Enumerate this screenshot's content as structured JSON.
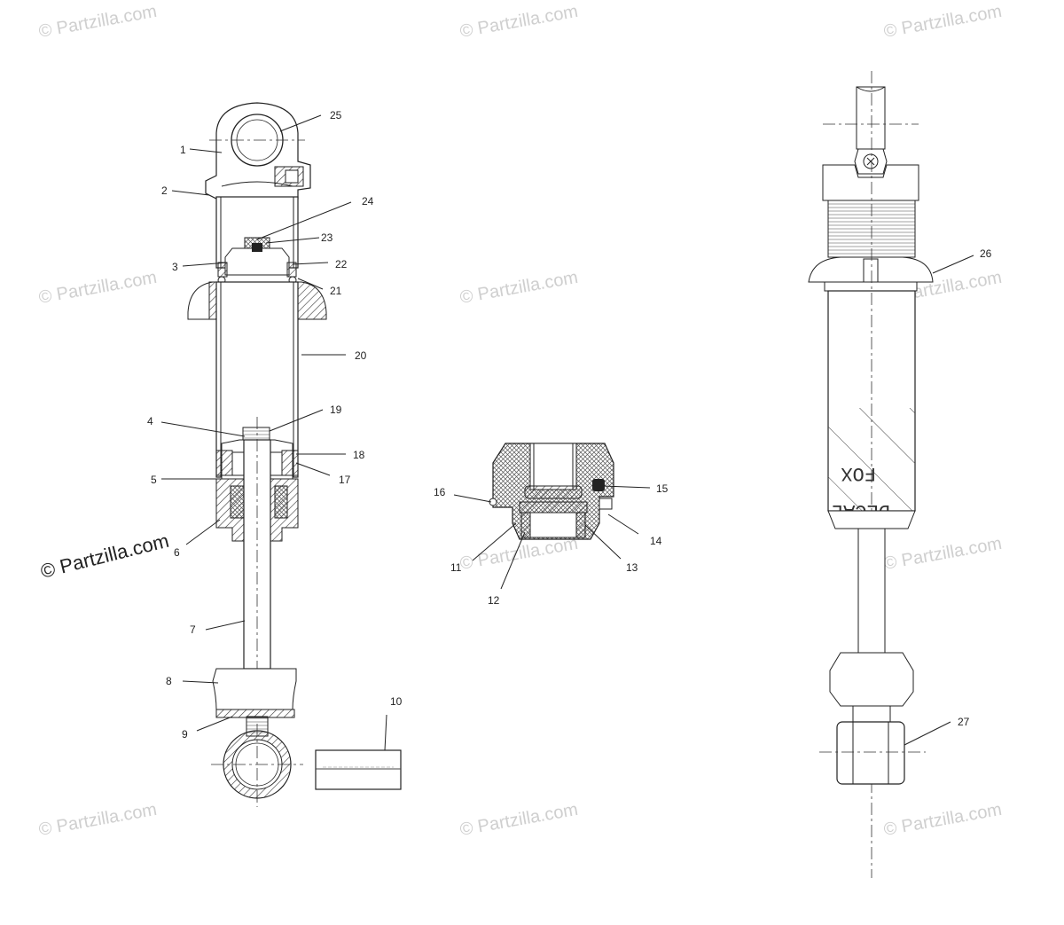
{
  "watermarks": {
    "text": "© Partzilla.com",
    "main_text": "© Partzilla.com"
  },
  "callouts": [
    "1",
    "2",
    "3",
    "4",
    "5",
    "6",
    "7",
    "8",
    "9",
    "10",
    "11",
    "12",
    "13",
    "14",
    "15",
    "16",
    "17",
    "18",
    "19",
    "20",
    "21",
    "22",
    "23",
    "24",
    "25",
    "26",
    "27"
  ],
  "decal": {
    "line1": "DECAL",
    "line2": "FOX"
  },
  "colors": {
    "line": "#222222",
    "watermark": "#cfcfcf",
    "background": "#ffffff"
  }
}
